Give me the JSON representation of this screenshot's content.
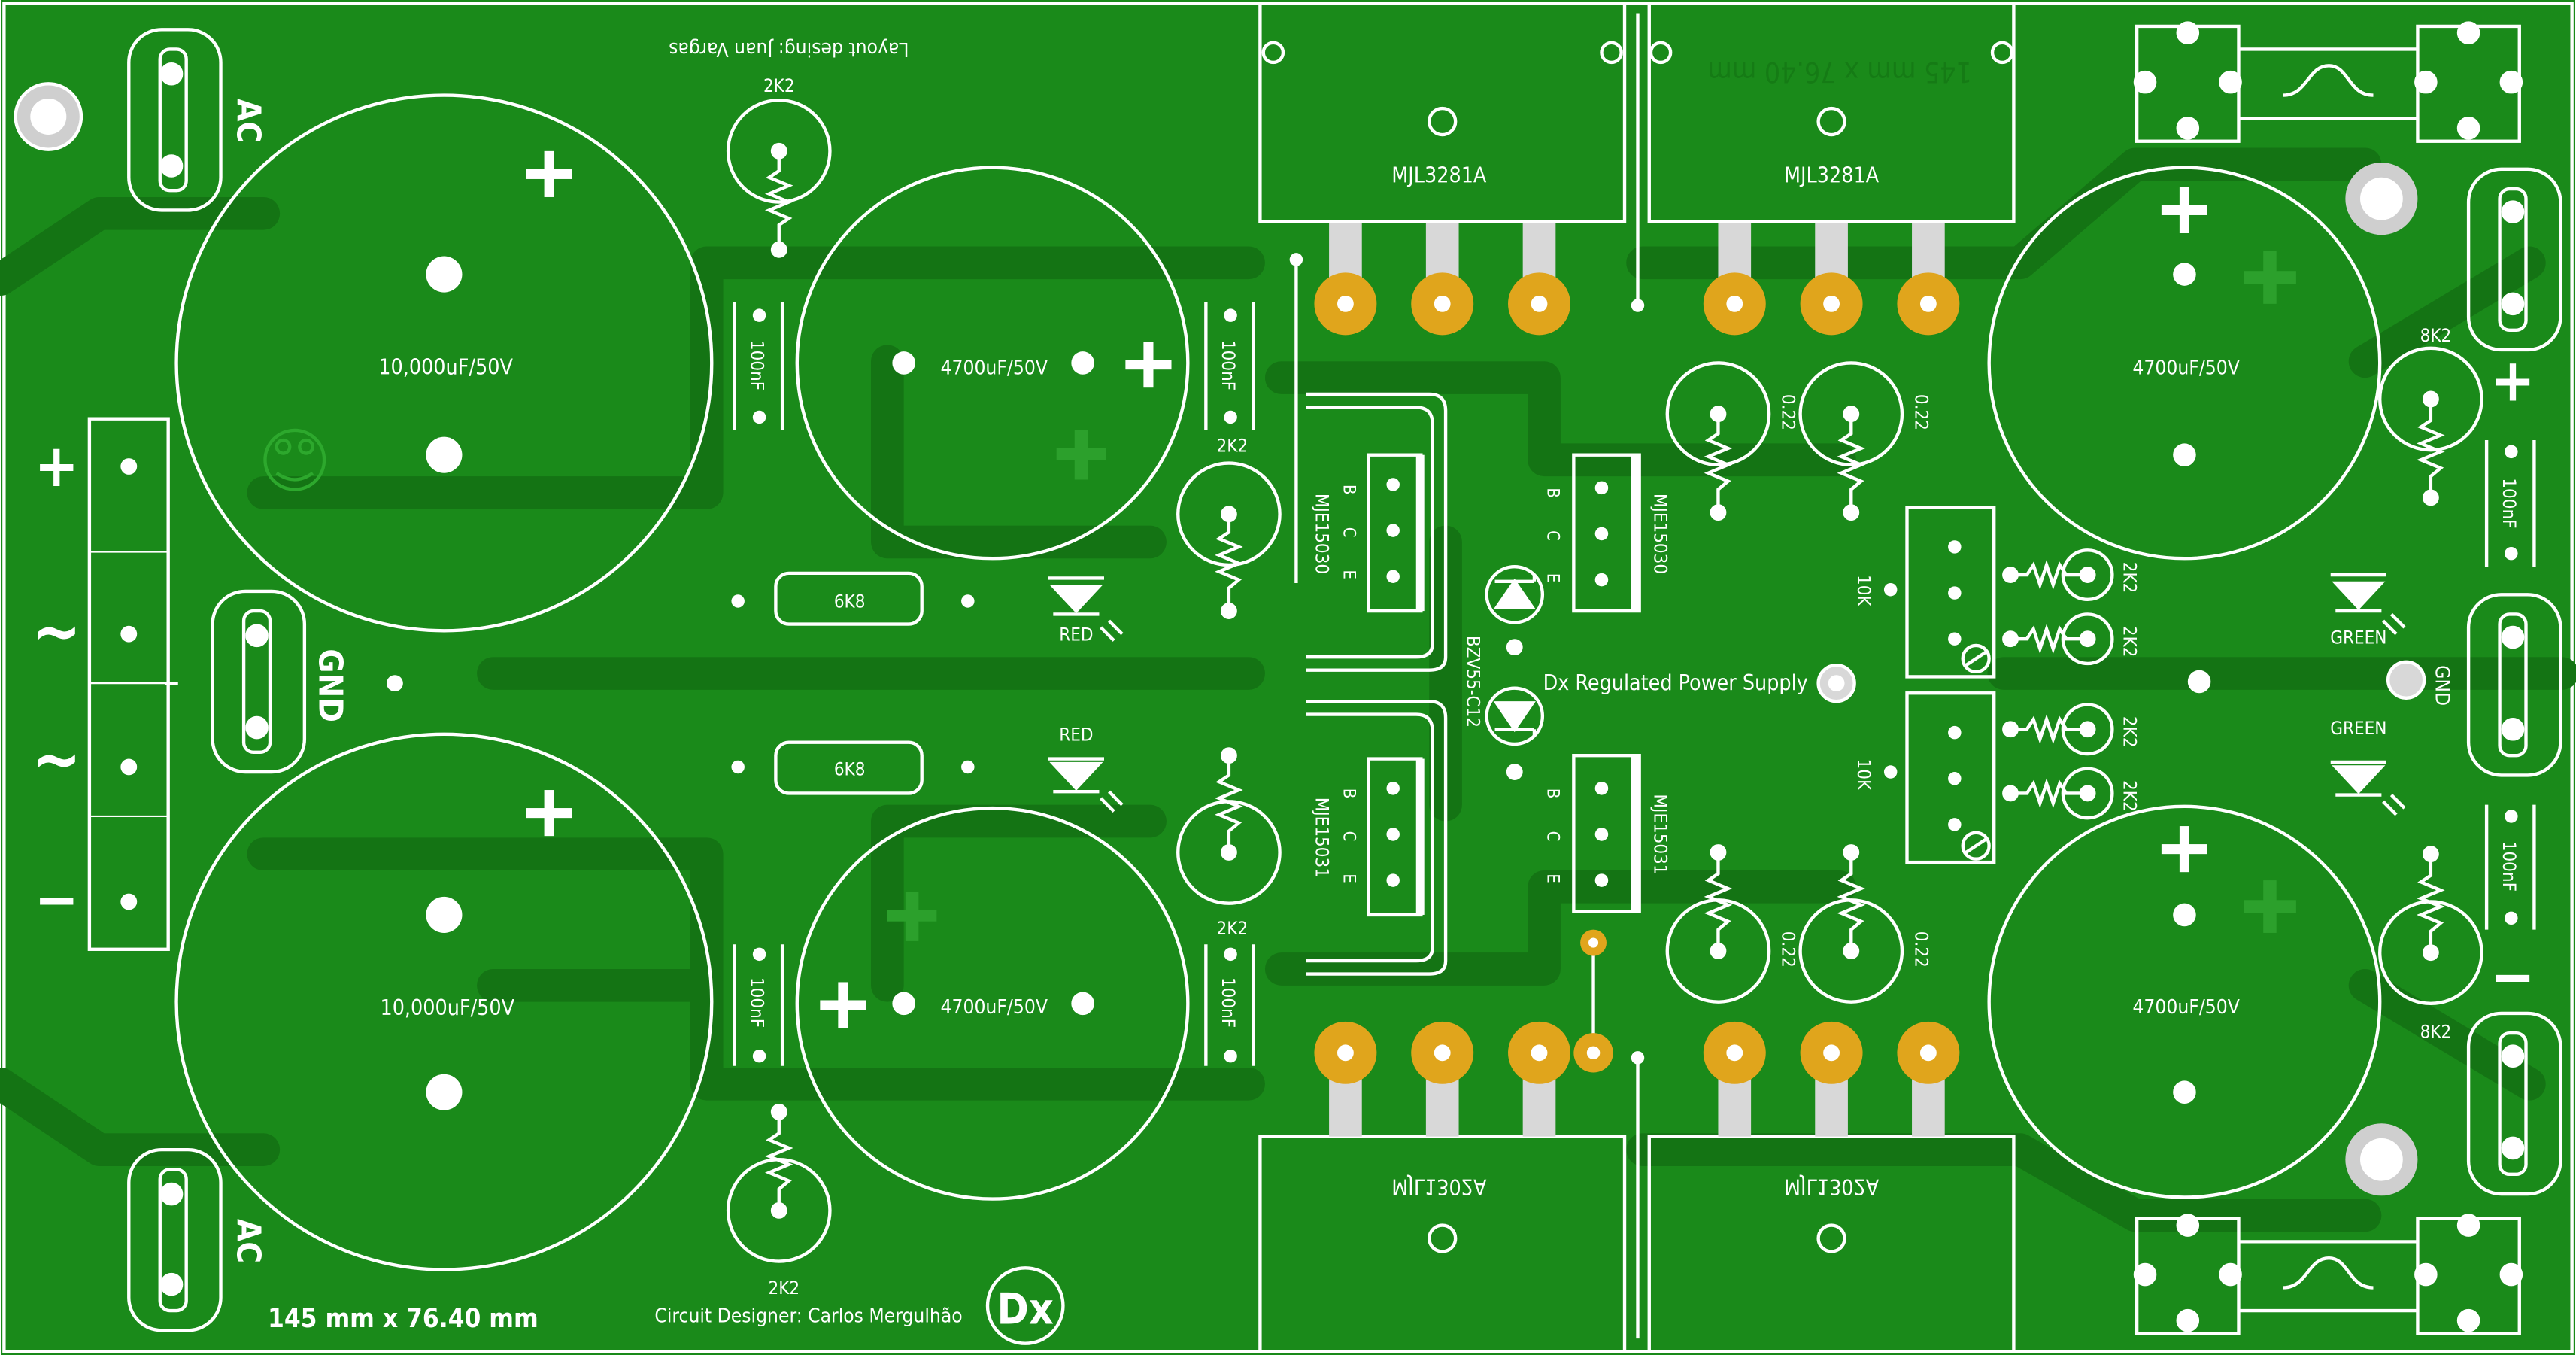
{
  "colors": {
    "board": "#1a8a1a",
    "board_dark": "#136e13",
    "silkscreen": "#ffffff",
    "pad_gold": "#e0a51c",
    "pad_silver": "#d8d8d8",
    "border": "#ffffff"
  },
  "header": {
    "layout_credit": "Layout desing: Juan Vargas",
    "board_size_top": "145 mm x 76.40 mm"
  },
  "footer": {
    "board_size": "145 mm x 76.40 mm",
    "circuit_designer": "Circuit Designer: Carlos Mergulhão",
    "logo": "Dx"
  },
  "center_title": "Dx Regulated Power Supply",
  "left_input": {
    "ac_top": "AC",
    "ac_bottom": "AC",
    "gnd": "GND",
    "terminal_symbols": [
      "+",
      "~",
      "~",
      "−"
    ]
  },
  "left_caps": {
    "big_top": "10,000uF/50V",
    "big_bottom": "10,000uF/50V",
    "mid_top": "4700uF/50V",
    "mid_bottom": "4700uF/50V",
    "plus": "+"
  },
  "small_caps": {
    "label": "100nF"
  },
  "resistors": {
    "r2k2": "2K2",
    "r6k8": "6K8",
    "r10k": "10K",
    "r022": "0.22",
    "r8k2": "8K2"
  },
  "leds": {
    "red": "RED",
    "green": "GREEN"
  },
  "transistors": {
    "power_top": "MJL3281A",
    "power_bottom": "MJL1302A",
    "drv_pos": "MJE15030",
    "drv_neg": "MJE15031",
    "pins": [
      "B",
      "C",
      "E"
    ]
  },
  "zener": "BZV55-C12",
  "right_output": {
    "caps": "4700uF/50V",
    "gnd": "GND",
    "plus": "+",
    "minus": "−"
  }
}
